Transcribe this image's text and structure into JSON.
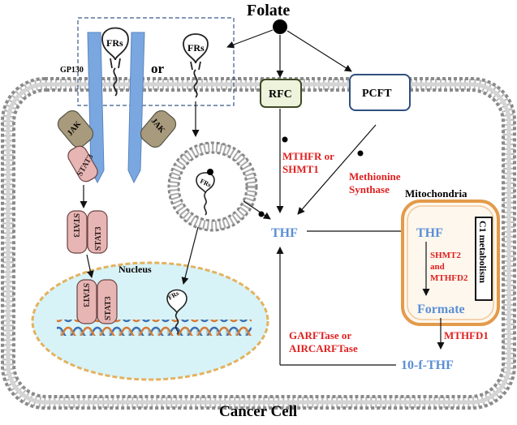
{
  "labels": {
    "folate": "Folate",
    "cancer_cell": "Cancer Cell",
    "gp130": "GP130",
    "frs_left": "FRs",
    "frs_right": "FRs",
    "or": "or",
    "rfc": "RFC",
    "pcft": "PCFT",
    "jak_left": "JAK",
    "jak_right": "JAK",
    "stat3_membrane": "STAT3",
    "stat3_a": "STAT3",
    "stat3_b": "STAT3",
    "stat3_nuc_a": "STAT3",
    "stat3_nuc_b": "STAT3",
    "frs_vesicle": "FRs",
    "frs_nucleus": "FRs",
    "nucleus": "Nucleus",
    "mthfr_line1": "MTHFR or",
    "mthfr_line2": "SHMT1",
    "methionine_line1": "Methionine",
    "methionine_line2": "Synthase",
    "mitochondria": "Mitochondria",
    "thf_main": "THF",
    "thf_mito": "THF",
    "shmt2_line1": "SHMT2",
    "shmt2_line2": "and",
    "shmt2_line3": "MTHFD2",
    "c1_metabolism": "C1 metabolism",
    "formate": "Formate",
    "mthfd1": "MTHFD1",
    "tenf_thf": "10-f-THF",
    "garftase_line1": "GARFTase or",
    "garftase_line2": "AIRCARFTase"
  },
  "colors": {
    "receptor_blue": "#7aa7e0",
    "jak_fill": "#a89a7c",
    "stat_fill": "#e7b5b3",
    "rfc_fill": "#eef3dc",
    "mito_border": "#e39a4a",
    "mito_fill": "#fdf7ed",
    "nucleus_fill": "#d8f3f7",
    "enzyme_red": "#e02020",
    "metabolite_blue": "#5b8fd6"
  }
}
